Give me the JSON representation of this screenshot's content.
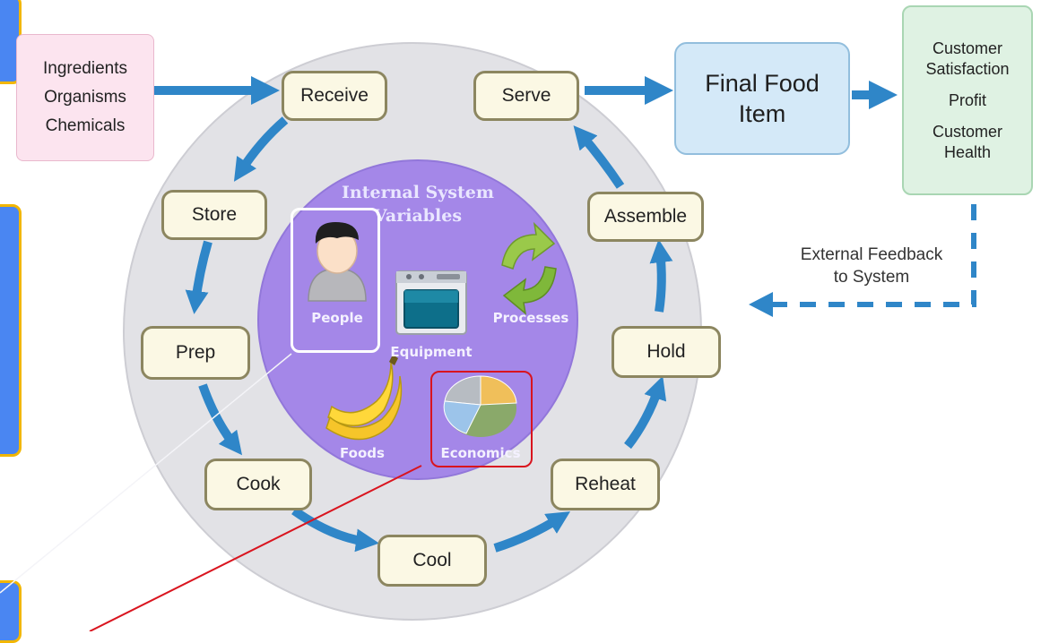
{
  "inputs": [
    "Ingredients",
    "Organisms",
    "Chemicals"
  ],
  "steps": {
    "receive": "Receive",
    "store": "Store",
    "prep": "Prep",
    "cook": "Cook",
    "cool": "Cool",
    "reheat": "Reheat",
    "hold": "Hold",
    "assemble": "Assemble",
    "serve": "Serve"
  },
  "internal": {
    "title_line1": "Internal System",
    "title_line2": "Variables",
    "people": "People",
    "equipment": "Equipment",
    "processes": "Processes",
    "foods": "Foods",
    "economics": "Economics"
  },
  "final_item": [
    "Final Food",
    "Item"
  ],
  "outcomes": [
    "Customer",
    "Satisfaction",
    "Profit",
    "Customer",
    "Health"
  ],
  "feedback": [
    "External Feedback",
    "to System"
  ],
  "colors": {
    "flow_arrow": "#2f86c8",
    "outer_ring": "#e2e2e6",
    "inner_circle": "#a487e8",
    "people_highlight": "#ffffff",
    "economics_highlight": "#d9141e",
    "side_panel": "#4a86f2",
    "side_panel_border": "#f2b600"
  },
  "icons": [
    "person-icon",
    "oven-icon",
    "recycle-arrows-icon",
    "banana-icon",
    "pie-chart-icon"
  ]
}
